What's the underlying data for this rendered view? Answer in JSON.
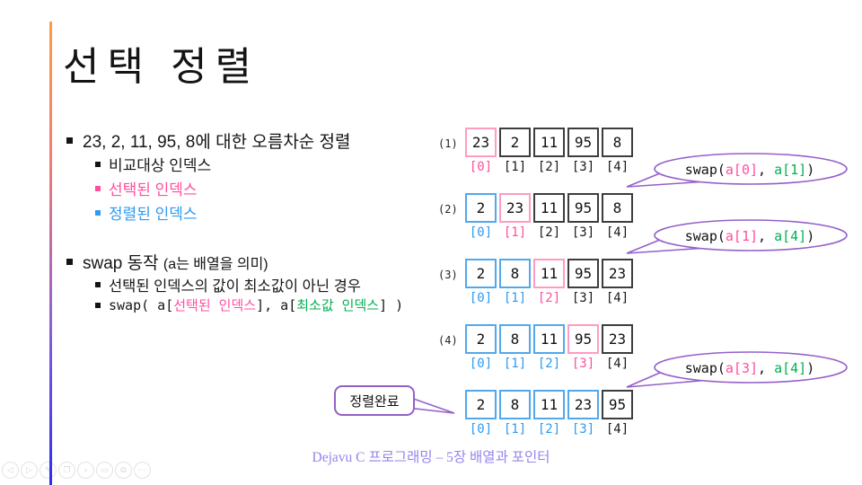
{
  "title": "선택 정렬",
  "bullets": {
    "b1": "23, 2, 11, 95, 8에 대한 오름차순 정렬",
    "b1_subs": [
      {
        "text": "비교대상 인덱스",
        "state": "black"
      },
      {
        "text": "선택된 인덱스",
        "state": "pink"
      },
      {
        "text": "정렬된 인덱스",
        "state": "blue"
      }
    ],
    "b2": "swap 동작 ",
    "b2_paren": "(a는 배열을 의미)",
    "b2_sub1": "선택된 인덱스의 값이 최소값이 아닌 경우",
    "code": {
      "p1": "swap( a[",
      "pink": "선택된 인덱스",
      "p2": "], a[",
      "green": "최소값 인덱스",
      "p3": "] )"
    }
  },
  "arrays": {
    "index_labels": [
      "[0]",
      "[1]",
      "[2]",
      "[3]",
      "[4]"
    ],
    "rows": [
      {
        "label": "(1)",
        "values": [
          "23",
          "2",
          "11",
          "95",
          "8"
        ],
        "states": [
          "pink",
          "black",
          "black",
          "black",
          "black"
        ]
      },
      {
        "label": "(2)",
        "values": [
          "2",
          "23",
          "11",
          "95",
          "8"
        ],
        "states": [
          "blue",
          "pink",
          "black",
          "black",
          "black"
        ]
      },
      {
        "label": "(3)",
        "values": [
          "2",
          "8",
          "11",
          "95",
          "23"
        ],
        "states": [
          "blue",
          "blue",
          "pink",
          "black",
          "black"
        ]
      },
      {
        "label": "(4)",
        "values": [
          "2",
          "8",
          "11",
          "95",
          "23"
        ],
        "states": [
          "blue",
          "blue",
          "blue",
          "pink",
          "black"
        ]
      },
      {
        "label": "",
        "values": [
          "2",
          "8",
          "11",
          "23",
          "95"
        ],
        "states": [
          "blue",
          "blue",
          "blue",
          "blue",
          "black"
        ]
      }
    ]
  },
  "bubbles": [
    {
      "p1": "swap(",
      "pink": "a[0]",
      "p2": ", ",
      "green": "a[1]",
      "p3": ")"
    },
    {
      "p1": "swap(",
      "pink": "a[1]",
      "p2": ", ",
      "green": "a[4]",
      "p3": ")"
    },
    {
      "p1": "swap(",
      "pink": "a[3]",
      "p2": ", ",
      "green": "a[4]",
      "p3": ")"
    }
  ],
  "callout": {
    "label": "정렬완료"
  },
  "footer": "Dejavu C 프로그래밍 – 5장 배열과 포인터",
  "nav_icons": [
    {
      "name": "prev-slide-icon",
      "glyph": "◁"
    },
    {
      "name": "next-slide-icon",
      "glyph": "▷"
    },
    {
      "name": "pen-icon",
      "glyph": "✎"
    },
    {
      "name": "copy-icon",
      "glyph": "❐"
    },
    {
      "name": "magnifier-icon",
      "glyph": "⌕"
    },
    {
      "name": "screen-icon",
      "glyph": "▭"
    },
    {
      "name": "windows-icon",
      "glyph": "⧉"
    },
    {
      "name": "more-icon",
      "glyph": "⋯"
    }
  ],
  "colors": {
    "pink_text": "#ff4f9e",
    "pink_border": "#ff9cc2",
    "blue_text": "#2e9af0",
    "blue_border": "#52a8ec",
    "green_text": "#00b050",
    "purple_stroke": "#9460c8",
    "footer_purple": "#9583ee",
    "box_border": "#3d3d3d"
  }
}
